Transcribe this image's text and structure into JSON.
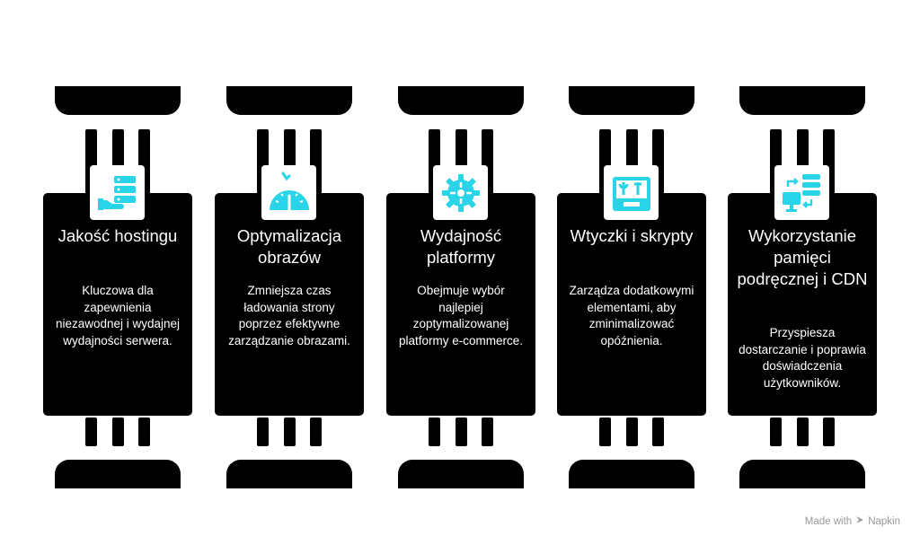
{
  "columns": [
    {
      "title": "Jakość hostingu",
      "description": "Kluczowa dla zapewnienia niezawodnej i wydajnej wydajności serwera.",
      "icon": "hosting-server-icon"
    },
    {
      "title": "Optymalizacja obrazów",
      "description": "Zmniejsza czas ładowania strony poprzez efektywne zarządzanie obrazami.",
      "icon": "speedometer-icon"
    },
    {
      "title": "Wydajność platformy",
      "description": "Obejmuje wybór najlepiej zoptymalizowanej platformy e-commerce.",
      "icon": "gear-icon"
    },
    {
      "title": "Wtyczki i skrypty",
      "description": "Zarządza dodatkowymi elementami, aby zminimalizować opóźnienia.",
      "icon": "toolbox-icon"
    },
    {
      "title": "Wykorzystanie pamięci podręcznej i CDN",
      "description": "Przyspiesza dostarczanie i poprawia doświadczenia użytkowników.",
      "icon": "cdn-network-icon"
    }
  ],
  "footer": {
    "made_with": "Made with",
    "brand": "Napkin"
  },
  "colors": {
    "accent": "#2ad4e8",
    "card": "#000000",
    "text": "#ffffff"
  }
}
